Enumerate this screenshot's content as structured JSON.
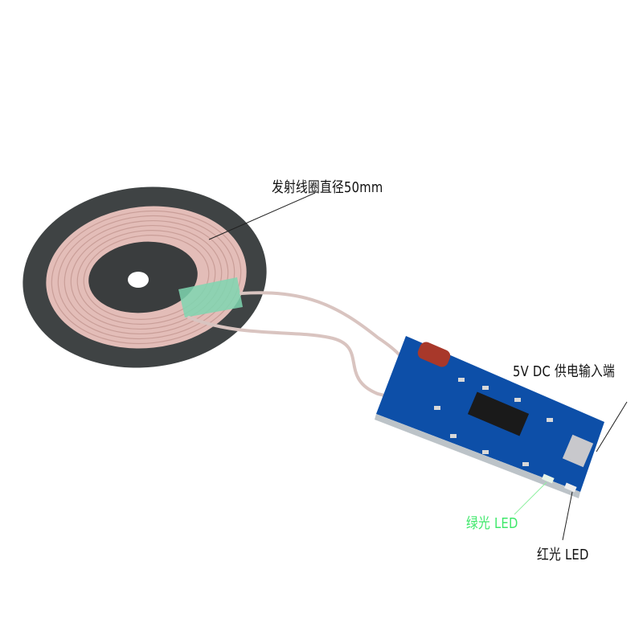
{
  "annotations": {
    "coil_diameter": "发射线圈直径50mm",
    "power_input": "5V DC 供电输入端",
    "green_led": "绿光 LED",
    "red_led": "红光 LED"
  },
  "colors": {
    "green_label": "#3ee86a",
    "pcb_blue": "#0d4fa8",
    "coil_copper": "#e2b8b4",
    "ferrite": "#4a4d4e"
  }
}
